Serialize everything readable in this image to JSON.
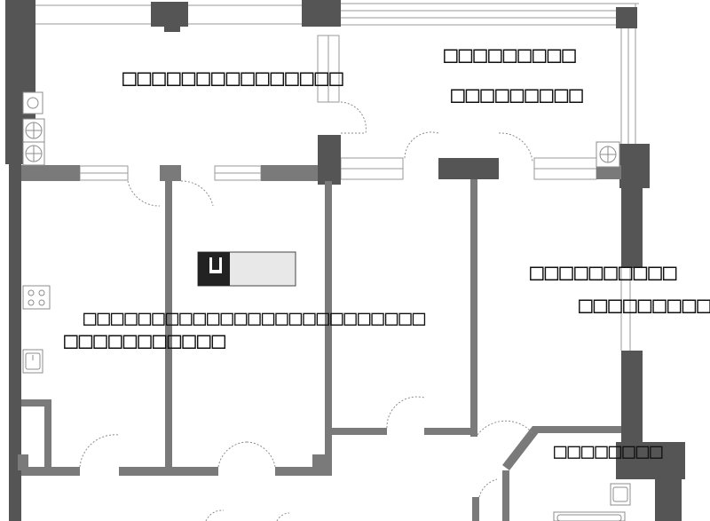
{
  "plan": {
    "rooms": [
      {
        "id": "room-top-left",
        "label": "□□□□□□□□□□□□□□□"
      },
      {
        "id": "room-top-right-line1",
        "label": "□□□□□□□□□"
      },
      {
        "id": "room-top-right-line2",
        "label": "□□□□□□□□□"
      },
      {
        "id": "room-middle",
        "label": "□□□□□□□□□□□□□□□□□□□□□□□□□"
      },
      {
        "id": "room-left",
        "label": "□□□□□□□□□□□"
      },
      {
        "id": "room-right-line1",
        "label": "□□□□□□□□□□"
      },
      {
        "id": "room-right-line2",
        "label": "□□□□□□□□□□"
      },
      {
        "id": "room-bath",
        "label": "□□□□□□□□"
      }
    ]
  },
  "colors": {
    "wall_dark": "#555555",
    "wall_mid": "#7a7a7a",
    "window_line": "#9a9a9a",
    "door_arc": "#8c8c8c",
    "text": "#111111"
  }
}
